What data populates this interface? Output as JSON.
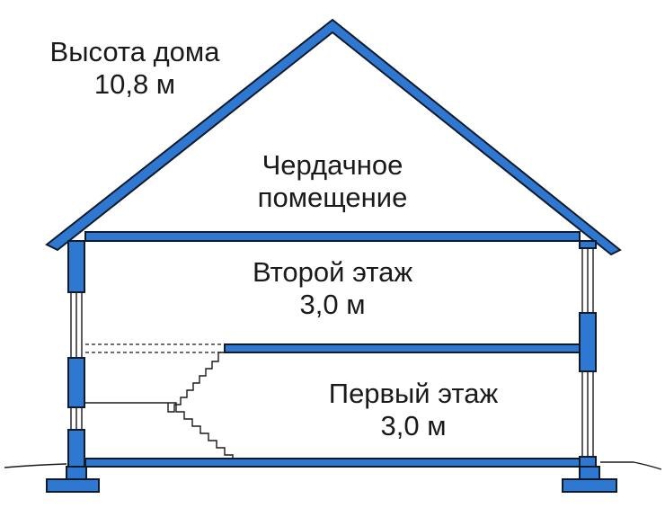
{
  "labels": {
    "house_height": {
      "line1": "Высота дома",
      "line2": "10,8 м"
    },
    "attic": {
      "line1": "Чердачное",
      "line2": "помещение"
    },
    "second_floor": {
      "line1": "Второй этаж",
      "line2": "3,0 м"
    },
    "first_floor": {
      "line1": "Первый этаж",
      "line2": "3,0 м"
    }
  },
  "colors": {
    "structure_fill": "#2f78d2",
    "structure_outline": "#0f1a2a",
    "line": "#1a1a1a",
    "background": "#ffffff"
  }
}
